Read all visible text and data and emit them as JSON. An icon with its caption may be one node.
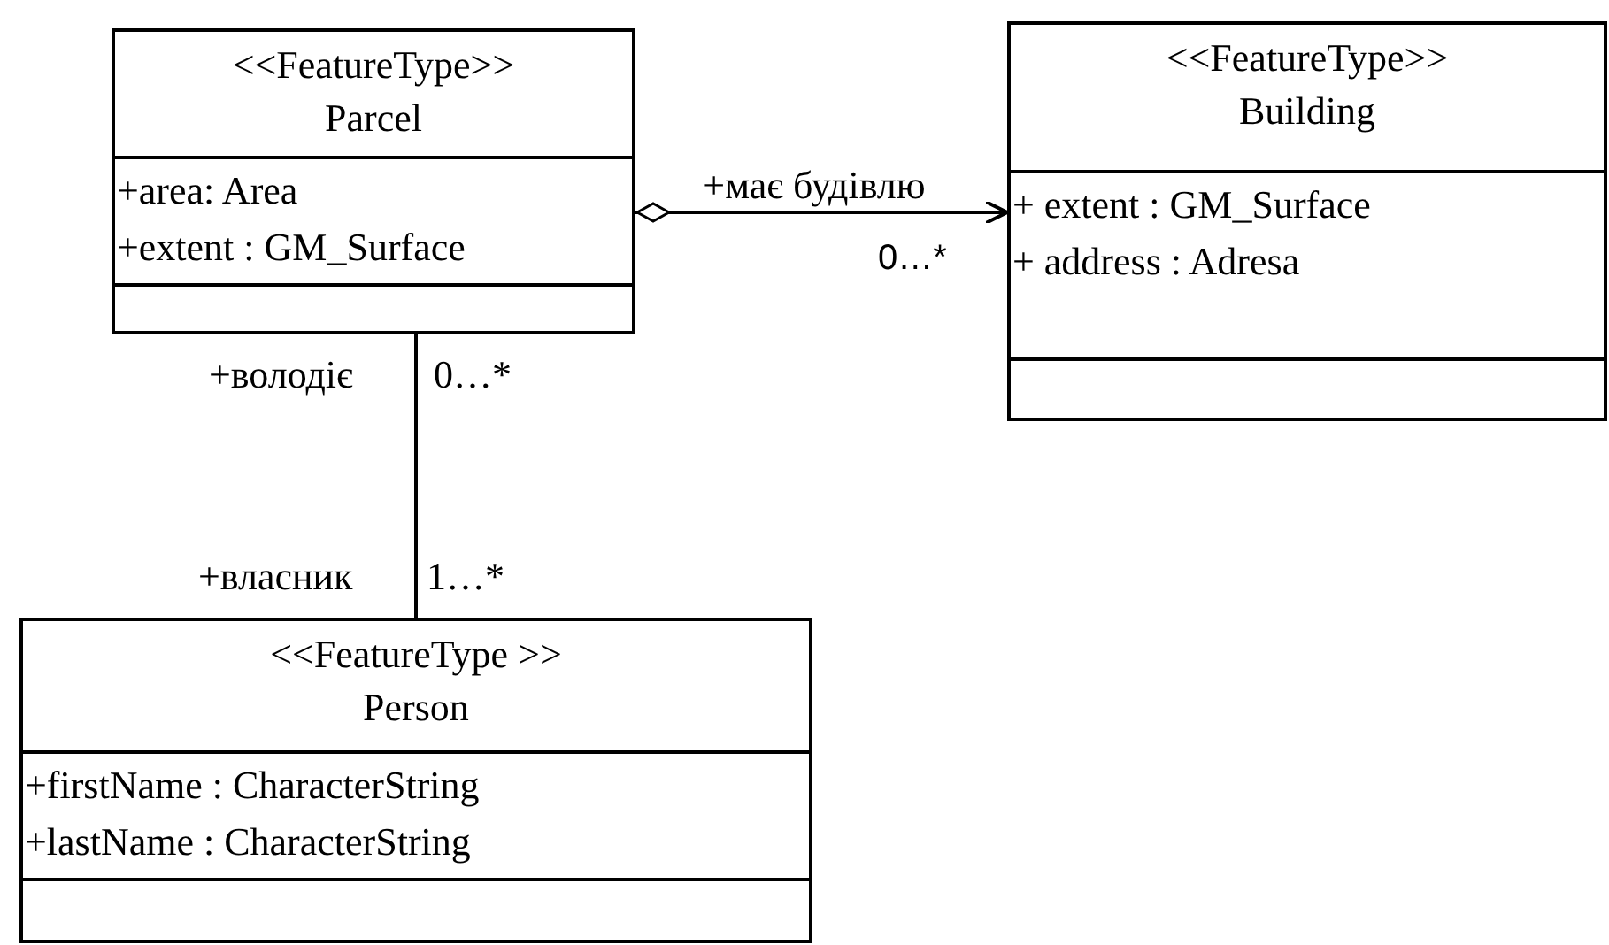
{
  "diagram": {
    "nodes": [
      {
        "text": [
          "<<FeatureType>>",
          "Parcel",
          "+area: Area",
          "+extent : GM_Surface"
        ]
      },
      {
        "text": [
          "<<FeatureType>>",
          "Building",
          "+ extent : GM_Surface",
          "+ address : Adresa"
        ]
      },
      {
        "text": [
          "<<FeatureType >>",
          "Person",
          "+firstName : CharacterString",
          "+lastName : CharacterString"
        ]
      }
    ],
    "edges": [
      {
        "from": 0,
        "to": 1,
        "arrow": "to",
        "label": "+має будівлю"
      },
      {
        "from": 0,
        "to": 2,
        "arrow": "none"
      }
    ],
    "labels": [
      "0…*",
      "+володіє",
      "0…*",
      "+власник",
      "1…*"
    ]
  }
}
